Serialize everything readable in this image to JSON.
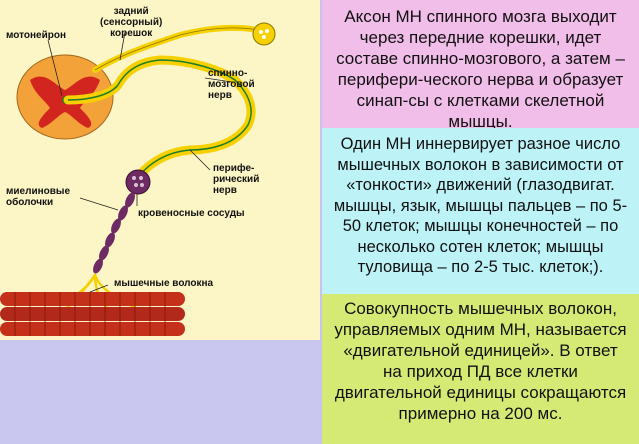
{
  "labels": {
    "motoneuron": "мотонейрон",
    "dorsal_root": "задний\n(сенсорный)\nкорешок",
    "spinal_nerve": "спинно-\nмозговой\nнерв",
    "peripheral_nerve": "перифе-\nрический\nнерв",
    "myelin": "миелиновые\nоболочки",
    "vessels": "кровеносные сосуды",
    "muscle_fibers": "мышечные волокна"
  },
  "panels": {
    "axon_text": "Аксон МН спинного мозга выходит через передние корешки, идет составе спинно-мозгового, а затем – перифери-ческого нерва и образует синап-сы с клетками скелетной мышцы.",
    "innervation_text": "Один МН иннервирует разное число мышечных волокон в зависимости от «тонкости» движений (глазодвигат. мышцы, язык, мышцы пальцев – по 5-50 клеток; мышцы конечностей – по несколько сотен клеток; мышцы туловища – по 2-5 тыс. клеток;).",
    "motor_unit_text": "Совокупность мышечных волокон, управляемых одним МН, называется «двигательной единицей». В ответ на приход ПД все клетки двигательной единицы сокращаются примерно на 200 мс."
  },
  "colors": {
    "panel_pink": "#f1bde9",
    "panel_cyan": "#bdf2f6",
    "panel_green": "#d5ea74",
    "illus_bg": "#fcf6c6",
    "nerve_yellow": "#f6d000",
    "muscle_red": "#c4301a"
  }
}
